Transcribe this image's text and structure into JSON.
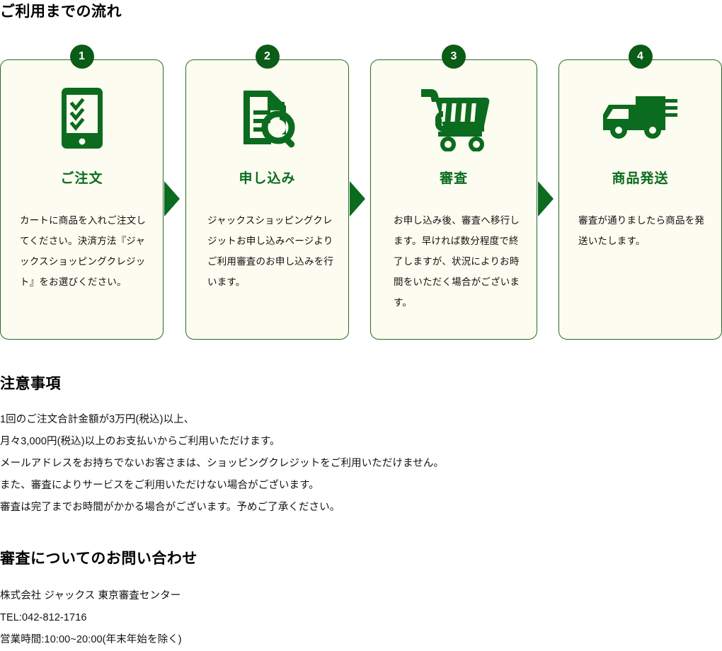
{
  "flow": {
    "title": "ご利用までの流れ",
    "steps": [
      {
        "number": "1",
        "icon": "smartphone-checklist-icon",
        "name": "ご注文",
        "description": "カートに商品を入れご注文してください。決済方法『ジャックスショッピングクレジット』をお選びください。"
      },
      {
        "number": "2",
        "icon": "document-search-icon",
        "name": "申し込み",
        "description": "ジャックスショッピングクレジットお申し込みページよりご利用審査のお申し込みを行います。"
      },
      {
        "number": "3",
        "icon": "shopping-cart-icon",
        "name": "審査",
        "description": "お申し込み後、審査へ移行します。早ければ数分程度で終了しますが、状況によりお時間をいただく場合がございます。"
      },
      {
        "number": "4",
        "icon": "delivery-truck-icon",
        "name": "商品発送",
        "description": "審査が通りましたら商品を発送いたします。"
      }
    ]
  },
  "notes": {
    "title": "注意事項",
    "lines": [
      "1回のご注文合計金額が3万円(税込)以上、",
      "月々3,000円(税込)以上のお支払いからご利用いただけます。",
      "メールアドレスをお持ちでないお客さまは、ショッピングクレジットをご利用いただけません。",
      "また、審査によりサービスをご利用いただけない場合がございます。",
      "審査は完了までお時間がかかる場合がございます。予めご了承ください。"
    ]
  },
  "contact": {
    "title": "審査についてのお問い合わせ",
    "lines": [
      "株式会社 ジャックス 東京審査センター",
      "TEL:042-812-1716",
      "営業時間:10:00~20:00(年末年始を除く)"
    ]
  },
  "colors": {
    "brand_green": "#0b6b1e",
    "badge_green": "#0b5c16",
    "card_bg": "#fdfcf0",
    "card_border": "#2b6b2b",
    "text": "#111111"
  }
}
